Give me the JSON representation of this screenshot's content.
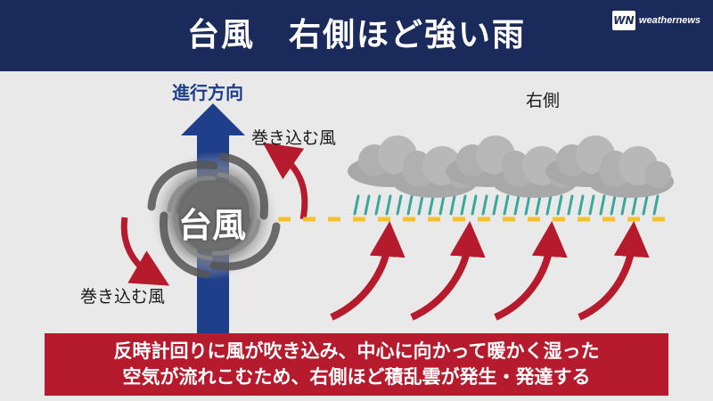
{
  "header": {
    "title": "台風　右側ほど強い雨",
    "logo_mark": "WN",
    "logo_text": "weathernews"
  },
  "diagram": {
    "direction_label": "進行方向",
    "right_side_label": "右側",
    "wind_label_top": "巻き込む風",
    "wind_label_bottom": "巻き込む風",
    "typhoon_label": "台風"
  },
  "caption": {
    "line1": "反時計回りに風が吹き込み、中心に向かって暖かく湿った",
    "line2": "空気が流れこむため、右側ほど積乱雲が発生・発達する"
  },
  "colors": {
    "header_bg": "#1a2a5a",
    "direction_arrow": "#1f3f8a",
    "wind_arrow": "#b51b2c",
    "caption_bg": "#b51b2c",
    "dash_line": "#f2c230",
    "rain": "#3aa79a",
    "cloud": "#a8a8a8"
  }
}
